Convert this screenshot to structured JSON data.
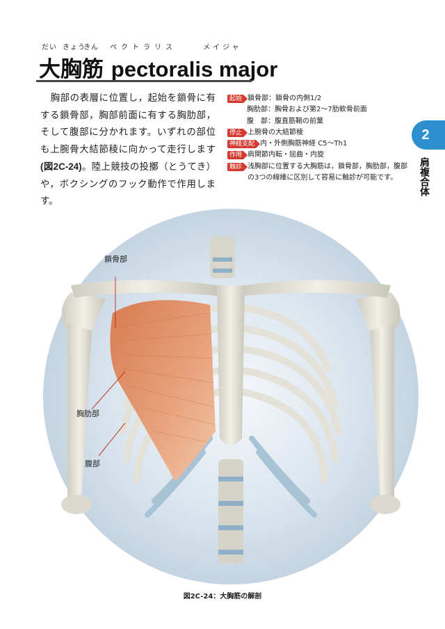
{
  "title": {
    "ja": "大胸筋",
    "en": "pectoralis major",
    "ruby_1": "だい",
    "ruby_2": "きょう",
    "ruby_3": "きん",
    "ruby_4": "ペクトラリス",
    "ruby_5": "メイジャ"
  },
  "body": {
    "text": "胸部の表層に位置し，起始を鎖骨に有する鎖骨部，胸部前面に有する胸肋部，そして腹部に分かれます。いずれの部位も上腕骨大結節稜に向かって走行します",
    "ref": "(図2C-24)",
    "text2": "。陸上競技の投擲（とうてき）や，ボクシングのフック動作で作用します。"
  },
  "info": {
    "origin_tag": "起始",
    "origin_1": "鎖骨部：鎖骨の内側1/2",
    "origin_2": "胸肋部：胸骨および第2～7肋軟骨前面",
    "origin_3": "腹　部：腹直筋鞘の前葉",
    "insertion_tag": "停止",
    "insertion": "上腕骨の大結節稜",
    "nerve_tag": "神経支配",
    "nerve": "内・外側胸筋神経 C5～Th1",
    "action_tag": "作用",
    "action": "肩関節内転・屈曲・内旋",
    "palpation_tag": "触診",
    "palpation": "浅胸部に位置する大胸筋は，鎖骨部，胸肋部，腹部の3つの線維に区別して容易に触診が可能です。"
  },
  "chapter": {
    "number": "2",
    "name": "肩複合体"
  },
  "figure": {
    "label_clavicular": "鎖骨部",
    "label_sternocostal": "胸肋部",
    "label_abdominal": "腹部",
    "caption": "図2C-24：大胸筋の解剖"
  },
  "colors": {
    "accent_red": "#d43a2f",
    "tab_blue": "#2e8fcf",
    "muscle": "#e0916a",
    "bone": "#e8e6dc",
    "cartilage": "#a9c3d6"
  }
}
